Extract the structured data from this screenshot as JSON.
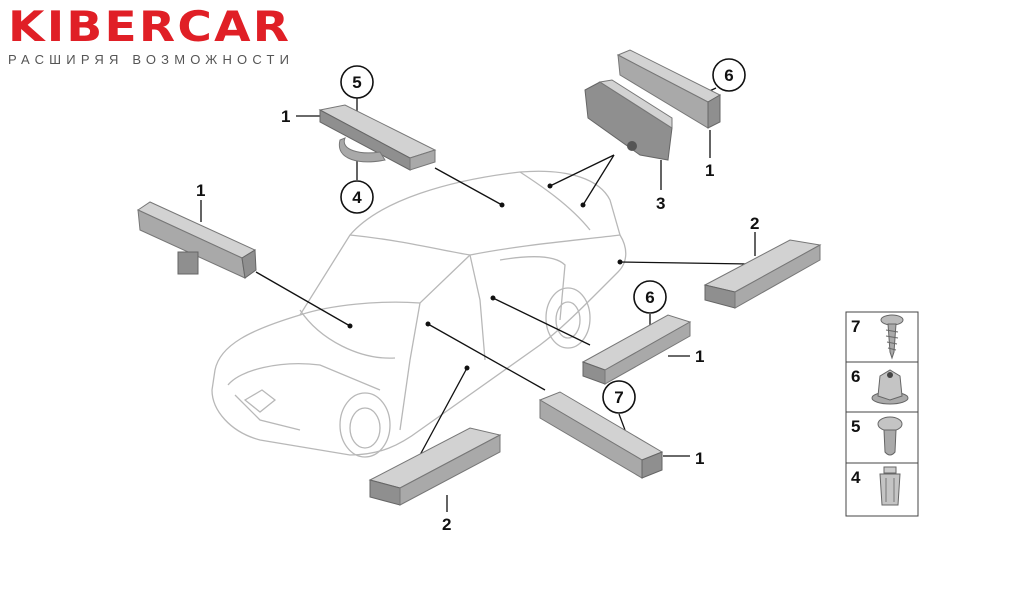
{
  "logo": {
    "brand": "KIBERCAR",
    "tagline": "РАСШИРЯЯ ВОЗМОЖНОСТИ",
    "color": "#e01f26"
  },
  "callouts": {
    "c5_top": "5",
    "c4_top": "4",
    "c6_right": "6",
    "c6_mid": "6",
    "c7_mid": "7"
  },
  "labels": {
    "l1_top": "1",
    "l1_left": "1",
    "l1_right_top": "1",
    "l3": "3",
    "l2_right": "2",
    "l1_mid": "1",
    "l1_bottom": "1",
    "l2_bottom": "2"
  },
  "legend": {
    "items": [
      {
        "num": "7",
        "icon": "screw-with-washer-icon"
      },
      {
        "num": "6",
        "icon": "hex-nut-with-flange-icon"
      },
      {
        "num": "5",
        "icon": "plastic-rivet-screw-icon"
      },
      {
        "num": "4",
        "icon": "expanding-clip-nut-icon"
      }
    ]
  }
}
